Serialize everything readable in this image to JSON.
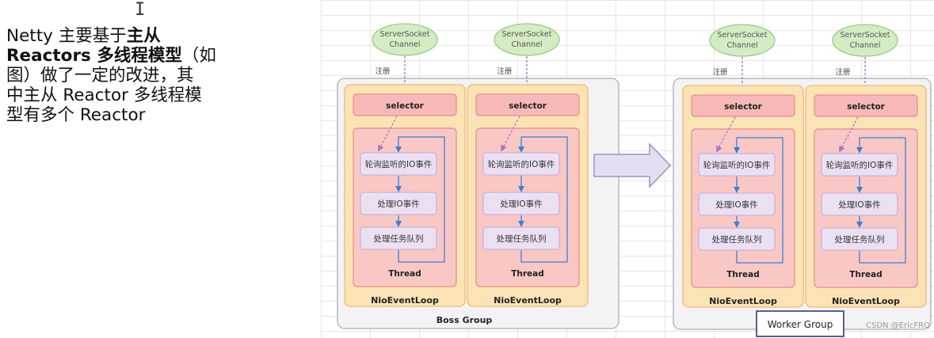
{
  "cursor_glyph": "I",
  "description": {
    "line1_pre": "Netty 主要基于",
    "line1_bold": "主从",
    "line2_bold": "Reactors 多线程模型",
    "line2_post": "（如",
    "line3": "图）做了一定的改进，其",
    "line4": "中主从 Reactor 多线程模",
    "line5": "型有多个 Reactor"
  },
  "diagram": {
    "channel_line1": "ServerSocket",
    "channel_line2": "Channel",
    "register": "注册",
    "selector": "selector",
    "poll_io": "轮询监听的IO事件",
    "handle_io": "处理IO事件",
    "handle_tasks": "处理任务队列",
    "thread": "Thread",
    "event_loop": "NioEventLoop",
    "boss_group": "Boss Group",
    "worker_group": "Worker Group",
    "watermark": "CSDN @EricFRQ"
  },
  "colors": {
    "channel_fill": "#d3ecc4",
    "channel_stroke": "#9ccb86",
    "group_fill": "#f3f3f6",
    "group_stroke": "#b8b8c0",
    "loop_fill": "#fbe3b6",
    "loop_stroke": "#f0bb6c",
    "selector_fill": "#f7b9b7",
    "selector_stroke": "#e48d8a",
    "thread_fill": "#f9c8c5",
    "task_fill": "#ebe0f2",
    "task_stroke": "#c4a9d8",
    "arrow_blue": "#3d7fd6",
    "dashed_purple": "#a574c8",
    "big_arrow_fill": "#e5def2",
    "big_arrow_stroke": "#9e91c4"
  }
}
